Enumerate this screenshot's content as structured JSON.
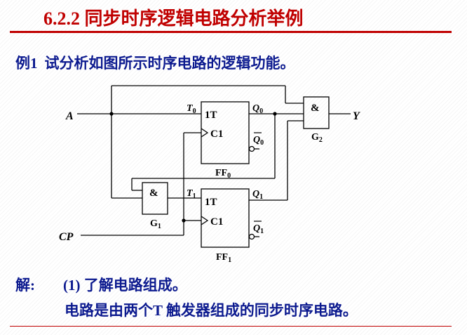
{
  "slide": {
    "title": "6.2.2 同步时序逻辑电路分析举例",
    "example_label": "例1",
    "example_text": "试分析如图所示时序电路的逻辑功能。",
    "solution_label": "解:",
    "step1": "(1) 了解电路组成。",
    "description": "电路是由两个T 触发器组成的同步时序电路。"
  },
  "colors": {
    "title": "#c00000",
    "body_text": "#0c1a8f",
    "circuit": "#000000"
  },
  "circuit": {
    "input_A": "A",
    "input_CP": "CP",
    "output_Y": "Y",
    "ff0": {
      "name": "FF",
      "sub": "0",
      "t_pin": "1T",
      "c_pin": "C1",
      "t_label": "T",
      "t_sub": "0",
      "q": "Q",
      "q_sub": "0",
      "qbar": "Q",
      "qbar_sub": "0"
    },
    "ff1": {
      "name": "FF",
      "sub": "1",
      "t_pin": "1T",
      "c_pin": "C1",
      "t_label": "T",
      "t_sub": "1",
      "q": "Q",
      "q_sub": "1",
      "qbar": "Q",
      "qbar_sub": "1"
    },
    "g1": {
      "symbol": "&",
      "name": "G",
      "sub": "1"
    },
    "g2": {
      "symbol": "&",
      "name": "G",
      "sub": "2"
    }
  }
}
